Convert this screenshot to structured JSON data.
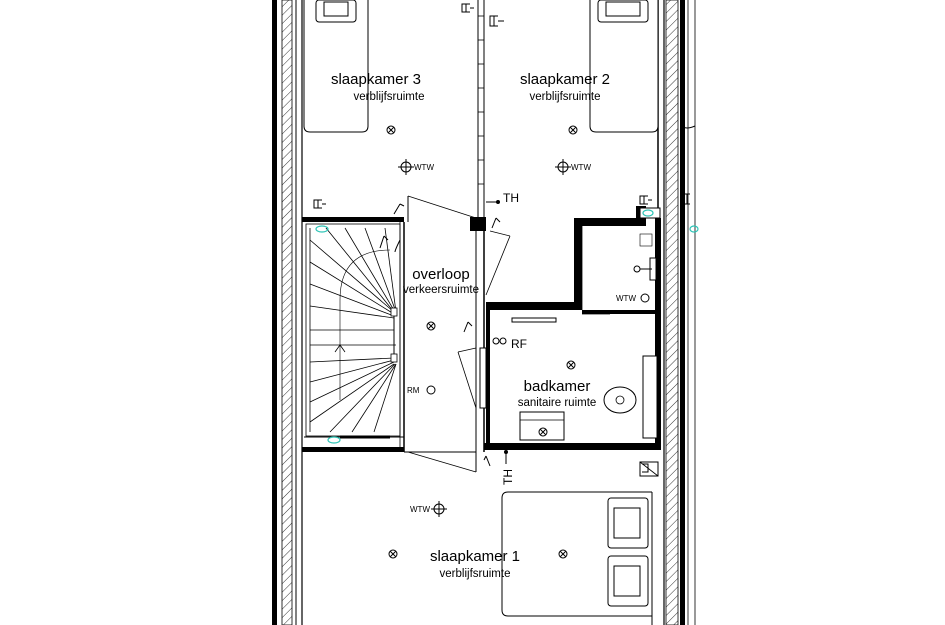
{
  "rooms": {
    "slaapkamer3": {
      "name": "slaapkamer 3",
      "type": "verblijfsruimte"
    },
    "slaapkamer2": {
      "name": "slaapkamer 2",
      "type": "verblijfsruimte"
    },
    "overloop": {
      "name": "overloop",
      "type": "verkeersruimte"
    },
    "badkamer": {
      "name": "badkamer",
      "type": "sanitaire ruimte"
    },
    "slaapkamer1": {
      "name": "slaapkamer 1",
      "type": "verblijfsruimte"
    }
  },
  "symbols": {
    "wtw": "WTW",
    "th": "TH",
    "rf": "RF",
    "rm": "RM"
  },
  "colors": {
    "lines": "#000000",
    "background": "#ffffff",
    "marker_accent": "#2ec4b6"
  }
}
